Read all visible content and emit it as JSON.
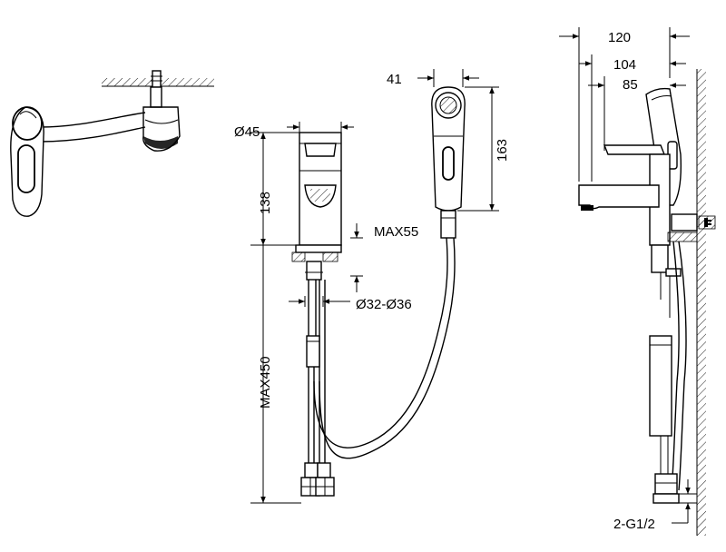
{
  "dimensions": {
    "top_view": {},
    "front_view": {
      "diameter_body": "Ø45",
      "height_body": "138",
      "max_deck": "MAX55",
      "hole_diameter": "Ø32-Ø36",
      "max_hose": "MAX450"
    },
    "handshower": {
      "width": "41",
      "height": "163"
    },
    "side_view": {
      "depth_total": "120",
      "depth_mid": "104",
      "depth_short": "85",
      "connection": "2-G1/2"
    }
  }
}
